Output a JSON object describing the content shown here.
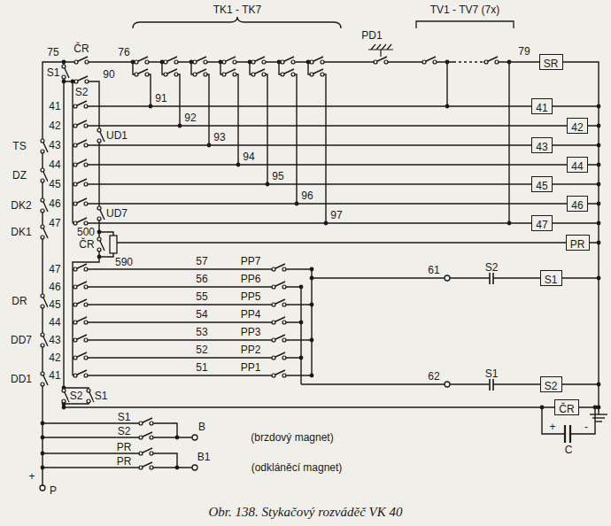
{
  "diagram": {
    "caption": "Obr. 138. Stykačový rozváděč VK 40",
    "nodes": [
      {
        "text": [
          "SR"
        ]
      },
      {
        "text": [
          "41"
        ]
      },
      {
        "text": [
          "42"
        ]
      },
      {
        "text": [
          "43"
        ]
      },
      {
        "text": [
          "44"
        ]
      },
      {
        "text": [
          "45"
        ]
      },
      {
        "text": [
          "46"
        ]
      },
      {
        "text": [
          "47"
        ]
      },
      {
        "text": [
          "PR"
        ]
      },
      {
        "text": [
          "S1"
        ]
      },
      {
        "text": [
          "S2"
        ]
      },
      {
        "text": [
          "ČR"
        ]
      }
    ],
    "labels": [
      "75",
      "ČR",
      "76",
      "TK1 - TK7",
      "PD1",
      "TV1 - TV7 (7x)",
      "79",
      "S1",
      "S2",
      "90",
      "41",
      "42",
      "43",
      "44",
      "45",
      "46",
      "47",
      "91",
      "92",
      "93",
      "94",
      "95",
      "96",
      "97",
      "UD1",
      "UD7",
      "500",
      "ČR",
      "590",
      "47",
      "46",
      "45",
      "44",
      "43",
      "42",
      "41",
      "57",
      "56",
      "55",
      "54",
      "53",
      "52",
      "51",
      "PP7",
      "PP6",
      "PP5",
      "PP4",
      "PP3",
      "PP2",
      "PP1",
      "61",
      "S2",
      "62",
      "S1",
      "TS",
      "DZ",
      "DK2",
      "DK1",
      "DR",
      "DD7",
      "DD1",
      "S1",
      "S2",
      "S1",
      "S2",
      "PR",
      "PR",
      "B",
      "(brzdový magnet)",
      "B1",
      "(odkláněcí magnet)",
      "+",
      "P",
      "+",
      "-",
      "C"
    ]
  }
}
